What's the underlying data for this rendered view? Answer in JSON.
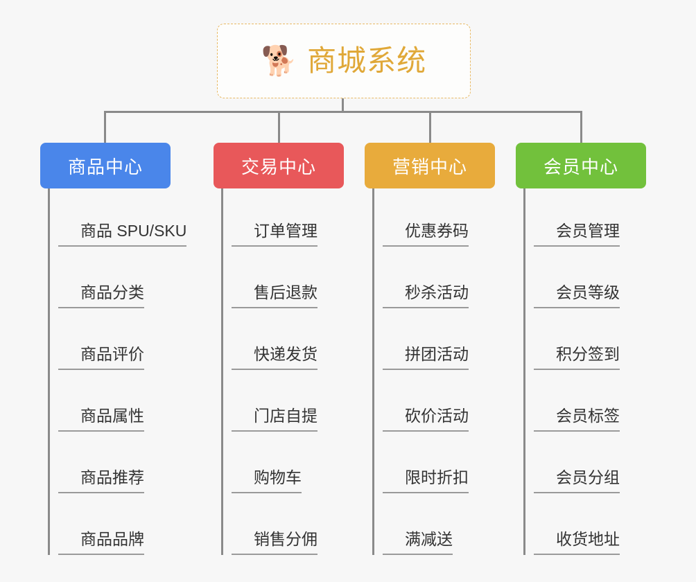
{
  "root": {
    "icon": "shiba-dog-emoji",
    "emoji": "🐕",
    "title": "商城系统",
    "title_color": "#e0a838",
    "border_color": "#e8b964"
  },
  "connector_color": "#8a8a8a",
  "background_color": "#f7f7f7",
  "columns": [
    {
      "title": "商品中心",
      "color": "#4a86ea",
      "items": [
        "商品 SPU/SKU",
        "商品分类",
        "商品评价",
        "商品属性",
        "商品推荐",
        "商品品牌"
      ]
    },
    {
      "title": "交易中心",
      "color": "#e8585a",
      "items": [
        "订单管理",
        "售后退款",
        "快递发货",
        "门店自提",
        "购物车",
        "销售分佣"
      ]
    },
    {
      "title": "营销中心",
      "color": "#e8ab3c",
      "items": [
        "优惠券码",
        "秒杀活动",
        "拼团活动",
        "砍价活动",
        "限时折扣",
        "满减送"
      ]
    },
    {
      "title": "会员中心",
      "color": "#72c13c",
      "items": [
        "会员管理",
        "会员等级",
        "积分签到",
        "会员标签",
        "会员分组",
        "收货地址"
      ]
    }
  ]
}
